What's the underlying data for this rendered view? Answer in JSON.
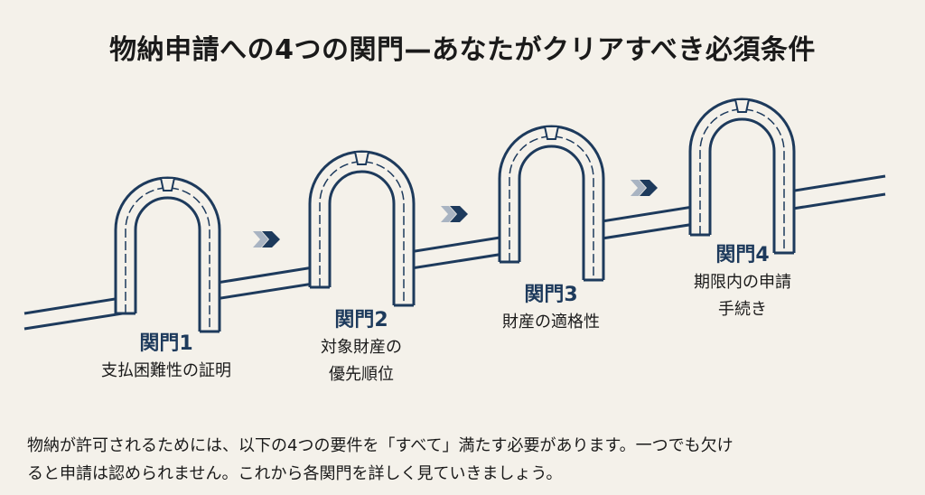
{
  "title": "物納申請への4つの関門—あなたがクリアすべき必須条件",
  "colors": {
    "navy": "#1d3a5c",
    "background": "#f4f1ea",
    "chevron_light": "#a9b4c2"
  },
  "gates": [
    {
      "name": "関門1",
      "desc_lines": [
        "支払困難性の証明"
      ]
    },
    {
      "name": "関門2",
      "desc_lines": [
        "対象財産の",
        "優先順位"
      ]
    },
    {
      "name": "関門3",
      "desc_lines": [
        "財産の適格性"
      ]
    },
    {
      "name": "関門4",
      "desc_lines": [
        "期限内の申請",
        "手続き"
      ]
    }
  ],
  "icons": [
    "arch-gate-icon",
    "chevron-right-icon"
  ],
  "footer": {
    "lines": [
      "物納が許可されるためには、以下の4つの要件を「すべて」満たす必要があります。一つでも欠け",
      "ると申請は認められません。これから各関門を詳しく見ていきましょう。"
    ]
  }
}
